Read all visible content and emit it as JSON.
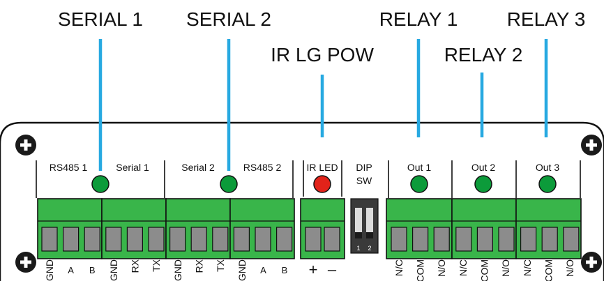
{
  "callouts": {
    "serial1": "SERIAL 1",
    "serial2": "SERIAL 2",
    "ir": "IR LG POW",
    "relay1": "RELAY 1",
    "relay2": "RELAY 2",
    "relay3": "RELAY 3"
  },
  "panel_labels": {
    "rs485_1": "RS485 1",
    "serial_1": "Serial 1",
    "serial_2": "Serial 2",
    "rs485_2": "RS485 2",
    "ir_led": "IR LED",
    "dip_line1": "DIP",
    "dip_line2": "SW",
    "out1": "Out 1",
    "out2": "Out 2",
    "out3": "Out 3",
    "dip_num1": "1",
    "dip_num2": "2"
  },
  "pins": {
    "serial_left": [
      "GND",
      "A",
      "B",
      "GND",
      "RX",
      "TX"
    ],
    "serial_right": [
      "GND",
      "RX",
      "TX",
      "GND",
      "A",
      "B"
    ],
    "ir": [
      "+",
      "–"
    ],
    "out1": [
      "N/C",
      "COM",
      "N/O"
    ],
    "out2": [
      "N/C",
      "COM",
      "N/O"
    ],
    "out3": [
      "N/C",
      "COM",
      "N/O"
    ]
  },
  "colors": {
    "callout_line": "#27a9e1",
    "terminal_green": "#39b54a",
    "led_green": "#0c9b3a",
    "led_red": "#e2231a",
    "slot_gray": "#8c8c8c"
  },
  "icons": [
    "screw-icon"
  ]
}
